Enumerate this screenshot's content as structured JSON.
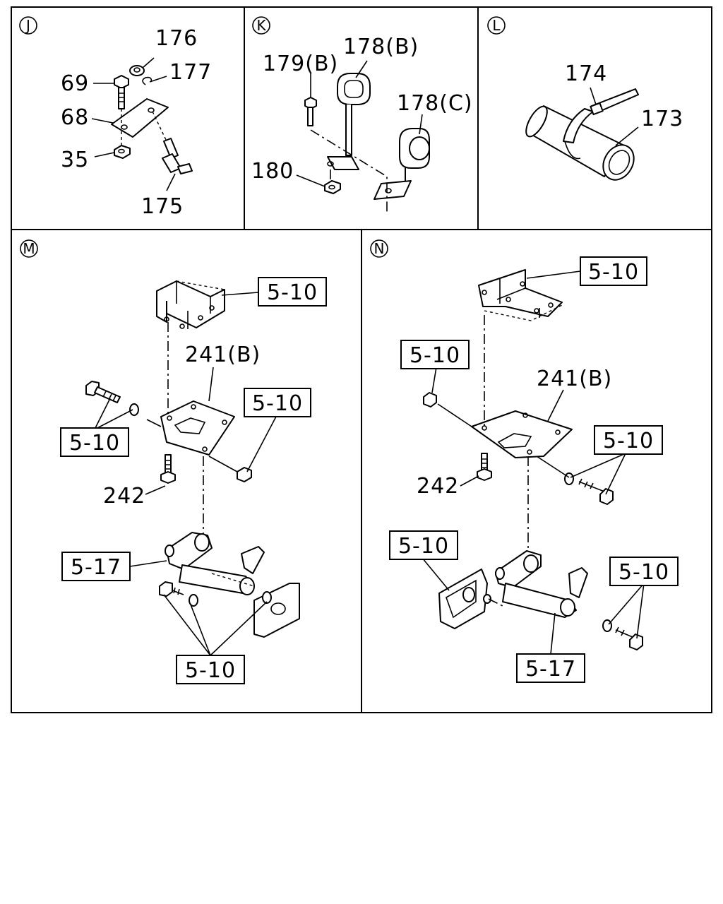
{
  "panels": {
    "J": {
      "letter": "J",
      "labels": {
        "p176": "176",
        "p177": "177",
        "p69": "69",
        "p68": "68",
        "p35": "35",
        "p175": "175"
      }
    },
    "K": {
      "letter": "K",
      "labels": {
        "p179b": "179(B)",
        "p178b": "178(B)",
        "p178c": "178(C)",
        "p180": "180"
      }
    },
    "L": {
      "letter": "L",
      "labels": {
        "p174": "174",
        "p173": "173"
      }
    },
    "M": {
      "letter": "M",
      "labels": {
        "ref_top": "5-10",
        "p241b": "241(B)",
        "ref_nut": "5-10",
        "ref_bolt": "5-10",
        "p242": "242",
        "ref_517": "5-17",
        "ref_bottom": "5-10"
      }
    },
    "N": {
      "letter": "N",
      "labels": {
        "ref_top": "5-10",
        "ref_nut": "5-10",
        "p241b": "241(B)",
        "ref_bolt": "5-10",
        "p242": "242",
        "ref_bracket": "5-10",
        "ref_right": "5-10",
        "ref_517": "5-17"
      }
    }
  }
}
